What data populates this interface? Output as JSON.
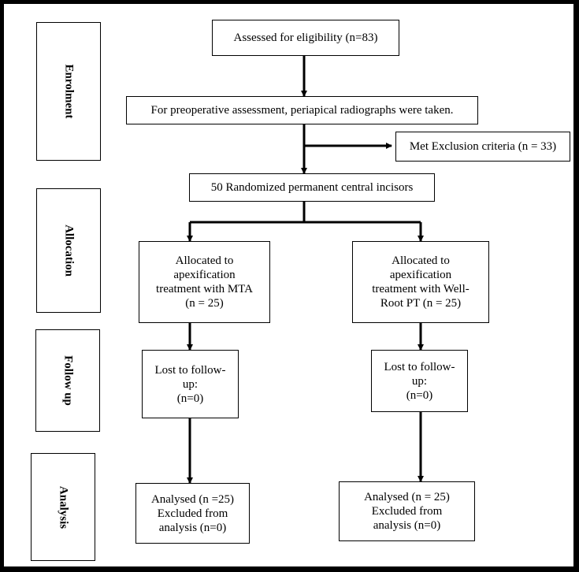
{
  "stages": {
    "enrolment": "Enrolment",
    "allocation": "Allocation",
    "follow_up": "Follow up",
    "analysis": "Analysis"
  },
  "boxes": {
    "assessed": "Assessed for eligibility (n=83)",
    "preoperative": "For preoperative assessment, periapical radiographs were taken.",
    "excluded": "Met Exclusion criteria (n = 33)",
    "randomized": "50 Randomized permanent central incisors",
    "alloc_mta": [
      "Allocated to",
      "apexification",
      "treatment with MTA",
      "(n = 25)"
    ],
    "alloc_wellroot": [
      "Allocated to",
      "apexification",
      "treatment with Well-",
      "Root PT (n = 25)"
    ],
    "lost_mta": [
      "Lost to follow-",
      "up:",
      "(n=0)"
    ],
    "lost_wellroot": [
      "Lost to follow-",
      "up:",
      "(n=0)"
    ],
    "analysed_mta": [
      "Analysed (n =25)",
      "Excluded from",
      "analysis (n=0)"
    ],
    "analysed_wellroot": [
      "Analysed (n = 25)",
      "Excluded from",
      "analysis (n=0)"
    ]
  }
}
